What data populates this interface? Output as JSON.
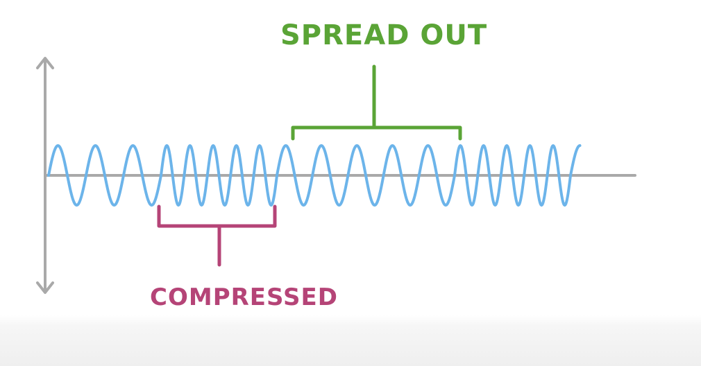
{
  "labels": {
    "spread_out": "Spread out",
    "compressed": "Compressed"
  },
  "colors": {
    "background": "#ffffff",
    "axis": "#a9a9a9",
    "wave": "#6cb4ea",
    "spread_out": "#5aa436",
    "compressed": "#b54477"
  },
  "wave": {
    "regions": [
      {
        "kind": "normal",
        "cycles": 3
      },
      {
        "kind": "compressed",
        "cycles": 5
      },
      {
        "kind": "spread_out",
        "cycles": 5
      },
      {
        "kind": "compressed",
        "cycles": 5
      },
      {
        "kind": "normal",
        "cycles": 0.25
      }
    ]
  }
}
